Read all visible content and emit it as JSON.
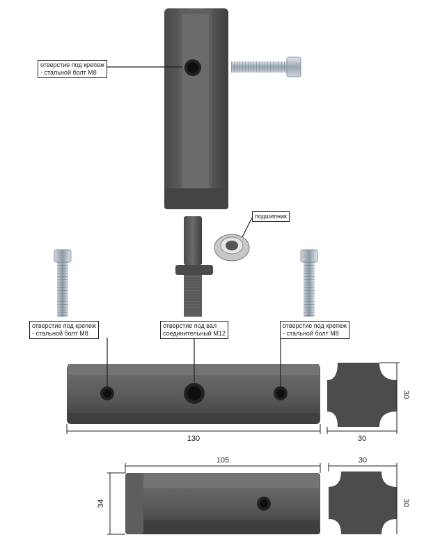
{
  "labels": {
    "top_hole": "отверстие под крепеж\n- стальной болт М8",
    "bearing": "подшипник",
    "left_hole": "отверстие под крепеж\n- стальной болт М8",
    "shaft_hole": "отверстие под вал\nсоединительный М12",
    "right_hole": "отверстие под крепеж\n- стальной болт М8"
  },
  "dimensions": {
    "long_length": "130",
    "square_height_1": "30",
    "square_width_1": "30",
    "short_length": "105",
    "short_height": "34",
    "square_width_2": "30",
    "square_height_2": "30"
  }
}
